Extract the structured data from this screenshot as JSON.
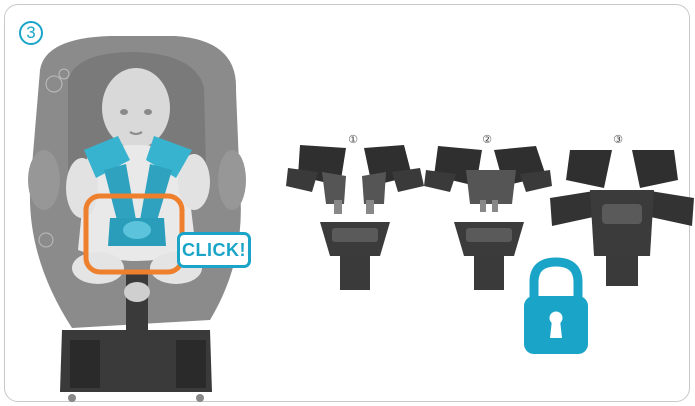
{
  "step_number": "3",
  "click_label": "CLICK!",
  "substeps": [
    "①",
    "②",
    "③"
  ],
  "icons": {
    "seat": "car-seat-with-baby-illustration",
    "buckle": "harness-buckle-illustration",
    "lock": "padlock-icon"
  },
  "colors": {
    "accent": "#1aa5c8",
    "highlight": "#ee7f2d",
    "seat_gray": "#8b8b8b",
    "buckle_dark": "#2f2f2f"
  }
}
